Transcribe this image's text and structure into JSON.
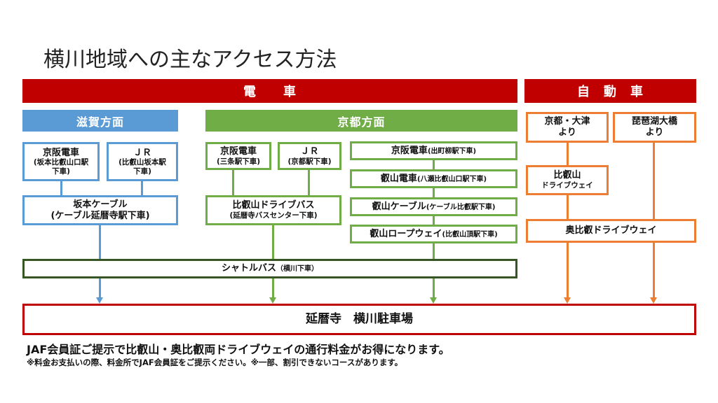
{
  "title": "横川地域への主なアクセス方法",
  "headers": {
    "train": "電　　車",
    "car": "自　動　車",
    "shiga": "滋賀方面",
    "kyoto": "京都方面"
  },
  "shiga": {
    "keihan": {
      "name": "京阪電車",
      "sub1": "(坂本比叡山口駅",
      "sub2": "下車)"
    },
    "jr": {
      "name": "ＪＲ",
      "sub1": "(比叡山坂本駅",
      "sub2": "下車)"
    },
    "cable": {
      "name": "坂本ケーブル",
      "sub": "(ケーブル延暦寺駅下車)"
    }
  },
  "kyoto": {
    "keihan": {
      "name": "京阪電車",
      "sub": "(三条駅下車)"
    },
    "jr": {
      "name": "ＪＲ",
      "sub": "(京都駅下車)"
    },
    "bus": {
      "name": "比叡山ドライブバス",
      "sub": "(延暦寺バスセンター下車)"
    },
    "demachi": {
      "name": "京阪電車",
      "sub": "(出町柳駅下車)"
    },
    "eizan": {
      "name": "叡山電車",
      "sub": "(八瀬比叡山口駅下車)"
    },
    "eizan_cable": {
      "name": "叡山ケーブル",
      "sub": "(ケーブル比叡駅下車)"
    },
    "ropeway": {
      "name": "叡山ロープウェイ",
      "sub": "(比叡山頂駅下車)"
    }
  },
  "shuttle": {
    "name": "シャトルバス",
    "sub": "（横川下車）"
  },
  "car": {
    "kyoto_otsu": {
      "line1": "京都・大津",
      "line2": "より"
    },
    "biwako": {
      "line1": "琵琶湖大橋",
      "line2": "より"
    },
    "hieizan_dw": {
      "line1": "比叡山",
      "line2": "ドライブウェイ"
    },
    "okuhiei_dw": "奥比叡ドライブウェイ"
  },
  "destination": "延暦寺　横川駐車場",
  "note1": "JAF会員証ご提示で比叡山・奥比叡両ドライブウェイの通行料金がお得になります。",
  "note2": "※料金お支払いの際、料金所でJAF会員証をご提示ください。※一部、割引できないコースがあります。",
  "colors": {
    "red": "#c00000",
    "blue": "#5b9bd5",
    "green": "#70ad47",
    "orange": "#ed7d31",
    "dark_green": "#375623"
  }
}
